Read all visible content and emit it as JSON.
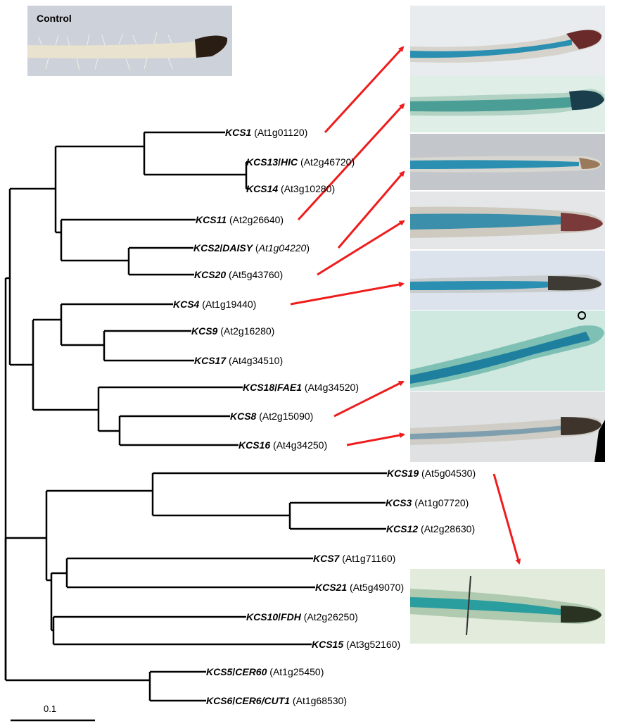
{
  "control": {
    "title": "Control"
  },
  "scale_bar": {
    "label": "0.1"
  },
  "leaves": [
    {
      "gene": "KCS1",
      "alias": "",
      "locus": "At1g01120",
      "locus_italic": false
    },
    {
      "gene": "KCS13",
      "alias": "HIC",
      "locus": "At2g46720",
      "locus_italic": false
    },
    {
      "gene": "KCS14",
      "alias": "",
      "locus": "At3g10280",
      "locus_italic": false
    },
    {
      "gene": "KCS11",
      "alias": "",
      "locus": "At2g26640",
      "locus_italic": false
    },
    {
      "gene": "KCS2",
      "alias": "DAISY",
      "locus": "At1g04220",
      "locus_italic": true
    },
    {
      "gene": "KCS20",
      "alias": "",
      "locus": "At5g43760",
      "locus_italic": false
    },
    {
      "gene": "KCS4",
      "alias": "",
      "locus": "At1g19440",
      "locus_italic": false
    },
    {
      "gene": "KCS9",
      "alias": "",
      "locus": "At2g16280",
      "locus_italic": false
    },
    {
      "gene": "KCS17",
      "alias": "",
      "locus": "At4g34510",
      "locus_italic": false
    },
    {
      "gene": "KCS18",
      "alias": "FAE1",
      "locus": "At4g34520",
      "locus_italic": false
    },
    {
      "gene": "KCS8",
      "alias": "",
      "locus": "At2g15090",
      "locus_italic": false
    },
    {
      "gene": "KCS16",
      "alias": "",
      "locus": "At4g34250",
      "locus_italic": false
    },
    {
      "gene": "KCS19",
      "alias": "",
      "locus": "At5g04530",
      "locus_italic": false
    },
    {
      "gene": "KCS3",
      "alias": "",
      "locus": "At1g07720",
      "locus_italic": false
    },
    {
      "gene": "KCS12",
      "alias": "",
      "locus": "At2g28630",
      "locus_italic": false
    },
    {
      "gene": "KCS7",
      "alias": "",
      "locus": "At1g71160",
      "locus_italic": false
    },
    {
      "gene": "KCS21",
      "alias": "",
      "locus": "At5g49070",
      "locus_italic": false
    },
    {
      "gene": "KCS10",
      "alias": "FDH",
      "locus": "At2g26250",
      "locus_italic": false
    },
    {
      "gene": "KCS15",
      "alias": "",
      "locus": "At3g52160",
      "locus_italic": false
    },
    {
      "gene": "KCS5",
      "alias": "CER60",
      "locus": "At1g25450",
      "locus_italic": false
    },
    {
      "gene": "KCS6",
      "alias": "CER6/CUT1",
      "locus": "At1g68530",
      "locus_italic": false
    }
  ],
  "colors": {
    "arrow": "#ee1c1c",
    "gus_stain": "#2a8fb0",
    "tree_line": "#000000"
  }
}
